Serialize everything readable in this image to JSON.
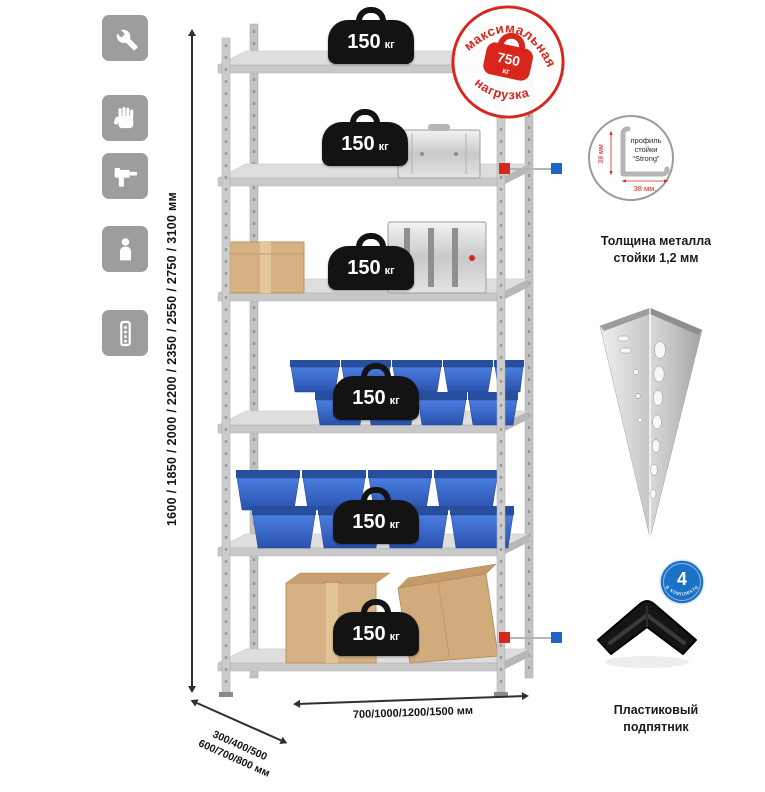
{
  "page": {
    "background": "#ffffff"
  },
  "feature_icons": [
    {
      "name": "wrench-icon"
    },
    {
      "name": "work-gloves-icon"
    },
    {
      "name": "drill-icon"
    },
    {
      "name": "person-icon"
    },
    {
      "name": "rack-post-icon"
    }
  ],
  "dimensions": {
    "height": "1600 / 1850 / 2000 / 2200 / 2350 / 2550 / 2750 / 3100 мм",
    "depth_line1": "300/400/500",
    "depth_line2": "600/700/800 мм",
    "width": "700/1000/1200/1500 мм"
  },
  "rack": {
    "shelves": [
      {
        "load": "150",
        "unit": "кг"
      },
      {
        "load": "150",
        "unit": "кг"
      },
      {
        "load": "150",
        "unit": "кг"
      },
      {
        "load": "150",
        "unit": "кг"
      },
      {
        "load": "150",
        "unit": "кг"
      },
      {
        "load": "150",
        "unit": "кг"
      }
    ]
  },
  "max_load_stamp": {
    "arc_top": "максимальная",
    "arc_bottom": "нагрузка",
    "value": "750",
    "unit": "кг"
  },
  "profile_callout": {
    "title_line1": "профиль",
    "title_line2": "стойки",
    "title_line3": "“Strong”",
    "dim_vertical": "38 мм",
    "dim_horizontal": "38 мм.",
    "caption_line1": "Толщина металла",
    "caption_line2": "стойки 1,2 мм"
  },
  "foot_callout": {
    "badge_number": "4",
    "badge_text": "в комплекте",
    "caption_line1": "Пластиковый",
    "caption_line2": "подпятник"
  },
  "colors": {
    "accent_red": "#d9261c",
    "marker_blue": "#1f63c6",
    "badge_blue": "#1b71c5",
    "tile_gray": "#9d9d9c",
    "bin_blue": "#2e5fc4"
  }
}
